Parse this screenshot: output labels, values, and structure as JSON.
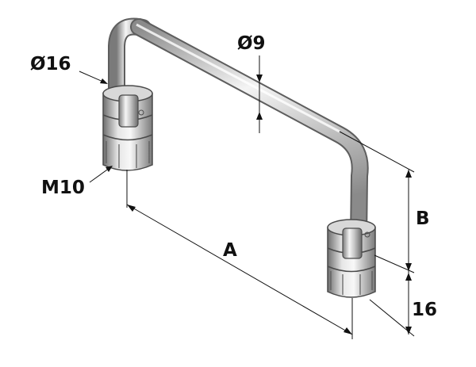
{
  "labels": {
    "tube_diameter": "Ø16",
    "rod_diameter": "Ø9",
    "thread": "M10",
    "length": "A",
    "height": "B",
    "base_height": "16"
  },
  "colors": {
    "ink": "#111111",
    "steel_light": "#f4f4f4",
    "steel_mid": "#bdbdbd",
    "steel_dark": "#6e6e6e"
  }
}
